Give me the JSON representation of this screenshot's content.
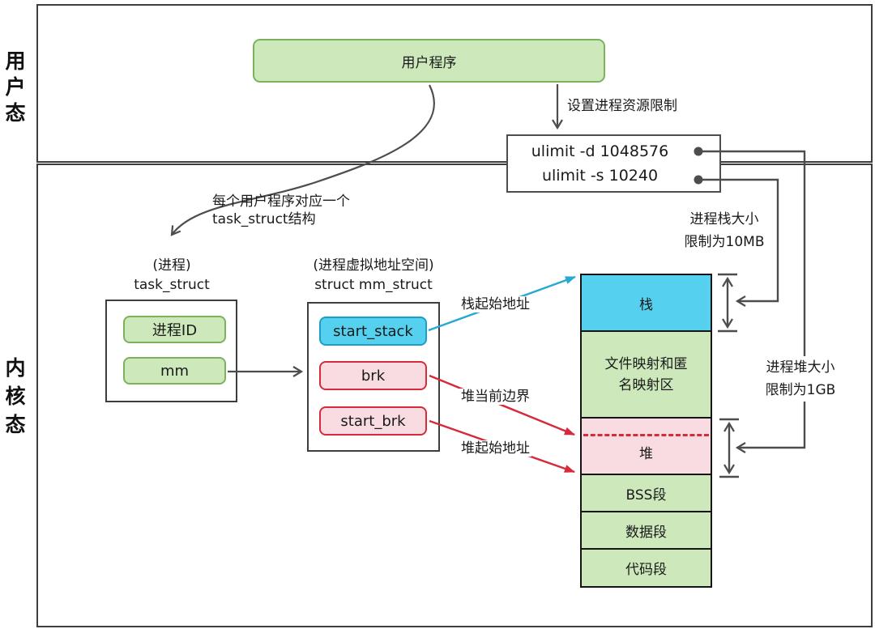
{
  "regions": {
    "user_mode": {
      "label": "用户态"
    },
    "kernel_mode": {
      "label": "内核态"
    }
  },
  "user_program": {
    "label": "用户程序"
  },
  "set_limit_arrow": {
    "label": "设置进程资源限制"
  },
  "ulimit_box": {
    "line1": "ulimit -d 1048576",
    "line2": "ulimit -s 10240"
  },
  "note": {
    "line1": "每个用户程序对应一个",
    "line2": "task_struct结构"
  },
  "task_struct": {
    "caption1": "(进程)",
    "caption2": "task_struct",
    "fields": [
      "进程ID",
      "mm"
    ]
  },
  "mm_struct": {
    "caption1": "(进程虚拟地址空间)",
    "caption2": "struct mm_struct",
    "fields": [
      "start_stack",
      "brk",
      "start_brk"
    ]
  },
  "memory_map": {
    "segments": [
      {
        "label": "栈",
        "color": "blue"
      },
      {
        "label": "文件映射和匿名映射区",
        "color": "green"
      },
      {
        "label": "堆",
        "color": "pink",
        "boundary": "dashed"
      },
      {
        "label": "BSS段",
        "color": "green"
      },
      {
        "label": "数据段",
        "color": "green"
      },
      {
        "label": "代码段",
        "color": "green"
      }
    ]
  },
  "pointer_labels": {
    "stack_start": "栈起始地址",
    "heap_boundary": "堆当前边界",
    "heap_start": "堆起始地址"
  },
  "limit_notes": {
    "stack": {
      "line1": "进程栈大小",
      "line2": "限制为10MB"
    },
    "heap": {
      "line1": "进程堆大小",
      "line2": "限制为1GB"
    }
  },
  "colors": {
    "green_fill": "#cde9bc",
    "green_border": "#7cb25b",
    "blue_fill": "#55d1ef",
    "blue_line": "#29a9d2",
    "pink_fill": "#f9dce2",
    "red_line": "#d52b3a",
    "wire_gray": "#4d4d4d",
    "box_border": "#3d3d3d"
  }
}
